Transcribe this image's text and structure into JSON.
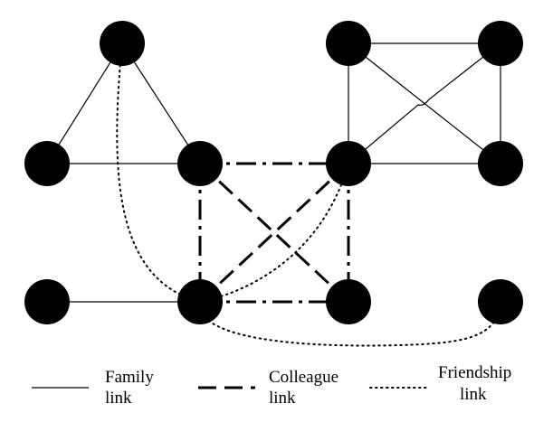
{
  "diagram": {
    "nodes": [
      {
        "id": "n1"
      },
      {
        "id": "n2"
      },
      {
        "id": "n3"
      },
      {
        "id": "n4"
      },
      {
        "id": "n5"
      },
      {
        "id": "n6"
      },
      {
        "id": "n7"
      },
      {
        "id": "n8"
      },
      {
        "id": "n9"
      },
      {
        "id": "n10"
      },
      {
        "id": "n11"
      }
    ],
    "edges": {
      "family": [
        [
          "n1",
          "n3"
        ],
        [
          "n1",
          "n4"
        ],
        [
          "n3",
          "n4"
        ],
        [
          "n2",
          "n5"
        ],
        [
          "n8",
          "n9"
        ],
        [
          "n2",
          "n6"
        ],
        [
          "n2",
          "n7"
        ],
        [
          "n5",
          "n6"
        ],
        [
          "n5",
          "n7"
        ],
        [
          "n6",
          "n7"
        ]
      ],
      "colleague": [
        [
          "n4",
          "n5"
        ],
        [
          "n4",
          "n9"
        ],
        [
          "n5",
          "n10"
        ],
        [
          "n9",
          "n10"
        ],
        [
          "n4",
          "n10"
        ],
        [
          "n5",
          "n9"
        ]
      ],
      "friendship": [
        [
          "n1",
          "n9"
        ],
        [
          "n9",
          "n5"
        ],
        [
          "n9",
          "n11"
        ]
      ]
    }
  },
  "legend": {
    "family_line1": "Family",
    "family_line2": "link",
    "colleague_line1": "Colleague",
    "colleague_line2": "link",
    "friendship_line1": "Friendship",
    "friendship_line2": "link"
  }
}
